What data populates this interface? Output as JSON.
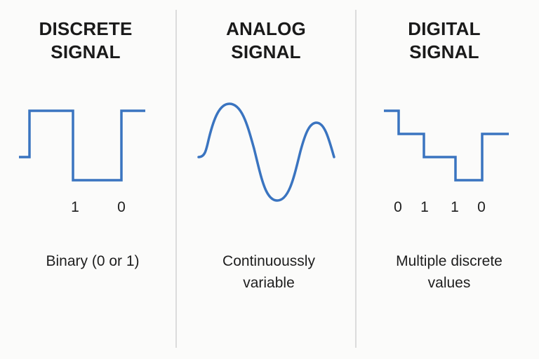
{
  "colors": {
    "background": "#fbfbfa",
    "signal_stroke": "#3a74c0",
    "text": "#1a1a1a",
    "divider": "#dcdcdc"
  },
  "panels": [
    {
      "id": "discrete",
      "title": [
        "DISCRETE",
        "SIGNAL"
      ],
      "bits": [
        "1",
        "0"
      ],
      "description": [
        "Binary (0 or 1)"
      ],
      "waveform": "square"
    },
    {
      "id": "analog",
      "title": [
        "ANALOG",
        "SIGNAL"
      ],
      "bits": [],
      "description": [
        "Continuoussly",
        "variable"
      ],
      "waveform": "sine"
    },
    {
      "id": "digital",
      "title": [
        "DIGITAL",
        "SIGNAL"
      ],
      "bits": [
        "0",
        "1",
        "1",
        "0"
      ],
      "description": [
        "Multiple discrete",
        "values"
      ],
      "waveform": "staircase"
    }
  ]
}
